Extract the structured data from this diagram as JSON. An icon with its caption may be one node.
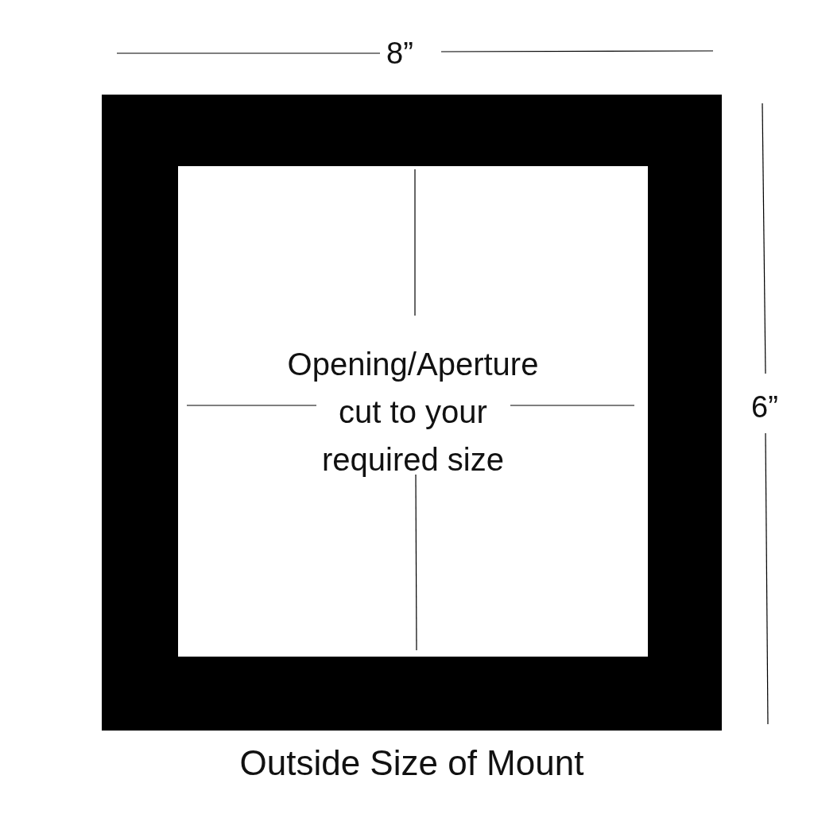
{
  "diagram": {
    "nodes": [
      {
        "text": [],
        "shape": "box",
        "beside": [
          "Outside Size of Mount"
        ]
      },
      {
        "text": [
          "Opening/Aperture cut to your required size"
        ],
        "in": 0
      }
    ],
    "edges": [],
    "labels": [
      "8”",
      "6”"
    ]
  }
}
